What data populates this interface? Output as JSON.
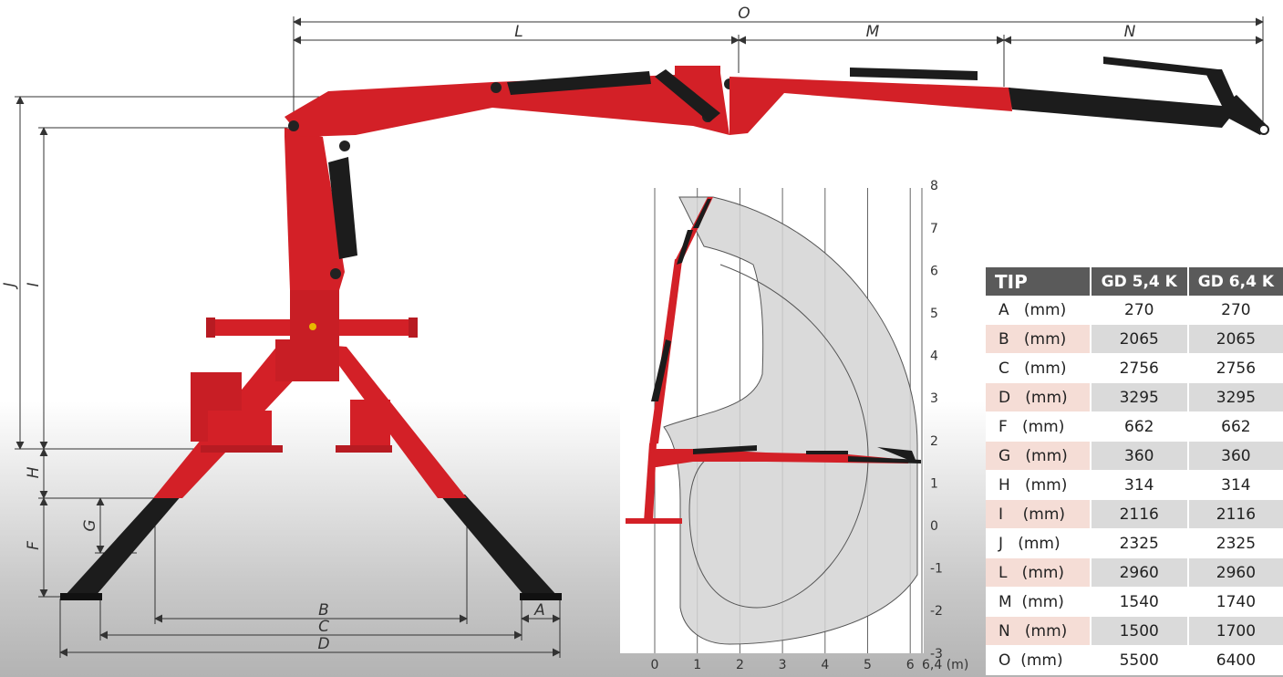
{
  "dimension_labels": {
    "O": "O",
    "L": "L",
    "M": "M",
    "N": "N",
    "J": "J",
    "I": "I",
    "H": "H",
    "F": "F",
    "G": "G",
    "A": "A",
    "B": "B",
    "C": "C",
    "D": "D"
  },
  "reach_diagram": {
    "y_ticks": [
      "8",
      "7",
      "6",
      "5",
      "4",
      "3",
      "2",
      "1",
      "0",
      "-1",
      "-2",
      "-3"
    ],
    "x_ticks": [
      "0",
      "1",
      "2",
      "3",
      "4",
      "5",
      "6"
    ],
    "x_end_label": "6,4 (m)"
  },
  "colors": {
    "crane_red": "#d32027",
    "boom_black": "#1c1c1c",
    "reach_fill": "#d3d3d3",
    "table_header": "#5a5a5a",
    "row_alt": "#dadada",
    "row_label_alt": "#f5ddd6"
  },
  "table": {
    "headers": [
      "TIP",
      "GD 5,4 K",
      "GD 6,4 K"
    ],
    "rows": [
      {
        "label": "A   (mm)",
        "v1": "270",
        "v2": "270"
      },
      {
        "label": "B   (mm)",
        "v1": "2065",
        "v2": "2065"
      },
      {
        "label": "C   (mm)",
        "v1": "2756",
        "v2": "2756"
      },
      {
        "label": "D   (mm)",
        "v1": "3295",
        "v2": "3295"
      },
      {
        "label": "F   (mm)",
        "v1": "662",
        "v2": "662"
      },
      {
        "label": "G   (mm)",
        "v1": "360",
        "v2": "360"
      },
      {
        "label": "H   (mm)",
        "v1": "314",
        "v2": "314"
      },
      {
        "label": "I    (mm)",
        "v1": "2116",
        "v2": "2116"
      },
      {
        "label": "J   (mm)",
        "v1": "2325",
        "v2": "2325"
      },
      {
        "label": "L   (mm)",
        "v1": "2960",
        "v2": "2960"
      },
      {
        "label": "M  (mm)",
        "v1": "1540",
        "v2": "1740"
      },
      {
        "label": "N   (mm)",
        "v1": "1500",
        "v2": "1700"
      },
      {
        "label": "O  (mm)",
        "v1": "5500",
        "v2": "6400"
      }
    ]
  }
}
